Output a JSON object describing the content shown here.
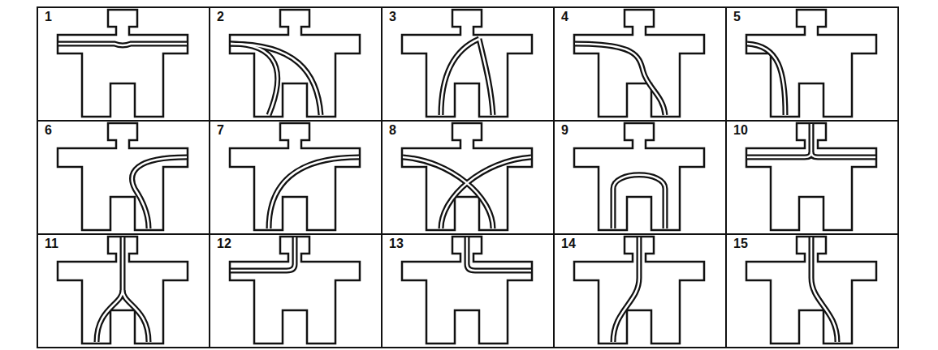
{
  "diagram": {
    "nodes": [
      {
        "text": [
          "1"
        ]
      },
      {
        "text": [
          "2"
        ]
      },
      {
        "text": [
          "3"
        ]
      },
      {
        "text": [
          "4"
        ]
      },
      {
        "text": [
          "5"
        ]
      },
      {
        "text": [
          "6"
        ]
      },
      {
        "text": [
          "7"
        ]
      },
      {
        "text": [
          "8"
        ]
      },
      {
        "text": [
          "9"
        ]
      },
      {
        "text": [
          "10"
        ]
      },
      {
        "text": [
          "11"
        ]
      },
      {
        "text": [
          "12"
        ]
      },
      {
        "text": [
          "13"
        ]
      },
      {
        "text": [
          "14"
        ]
      },
      {
        "text": [
          "15"
        ]
      }
    ]
  }
}
